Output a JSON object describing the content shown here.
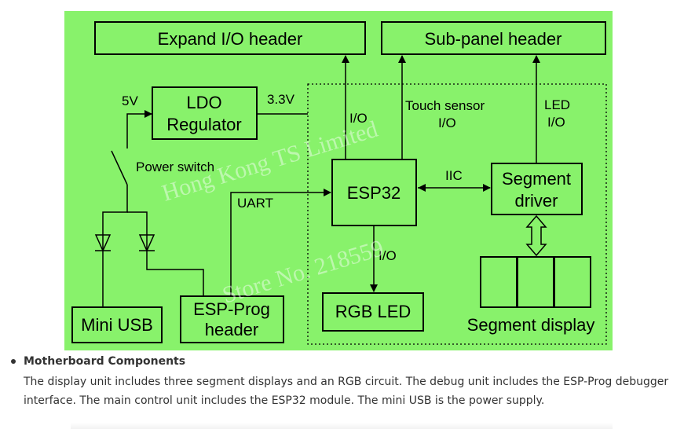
{
  "diagram": {
    "background_color": "#88f26b",
    "boxes": {
      "expand_header": "Expand I/O header",
      "subpanel_header": "Sub-panel header",
      "ldo_line1": "LDO",
      "ldo_line2": "Regulator",
      "esp32": "ESP32",
      "segment_driver_line1": "Segment",
      "segment_driver_line2": "driver",
      "rgb_led": "RGB LED",
      "mini_usb": "Mini USB",
      "esp_prog_line1": "ESP-Prog",
      "esp_prog_line2": "header"
    },
    "labels": {
      "v5": "5V",
      "v33": "3.3V",
      "power_switch": "Power switch",
      "uart": "UART",
      "io_expand": "I/O",
      "touch_line1": "Touch sensor",
      "touch_line2": "I/O",
      "led_io_line1": "LED",
      "led_io_line2": "I/O",
      "iic": "IIC",
      "io_rgb": "I/O",
      "segment_display": "Segment display"
    },
    "watermark": {
      "line1": "Hong Kong TS Limited",
      "line2": "Store No. 218559"
    }
  },
  "section": {
    "title": "Motherboard Components",
    "description": "The display unit includes three segment displays and an RGB circuit. The debug unit includes the ESP-Prog debugger interface. The main control unit includes the ESP32 module. The mini USB is the power supply."
  }
}
